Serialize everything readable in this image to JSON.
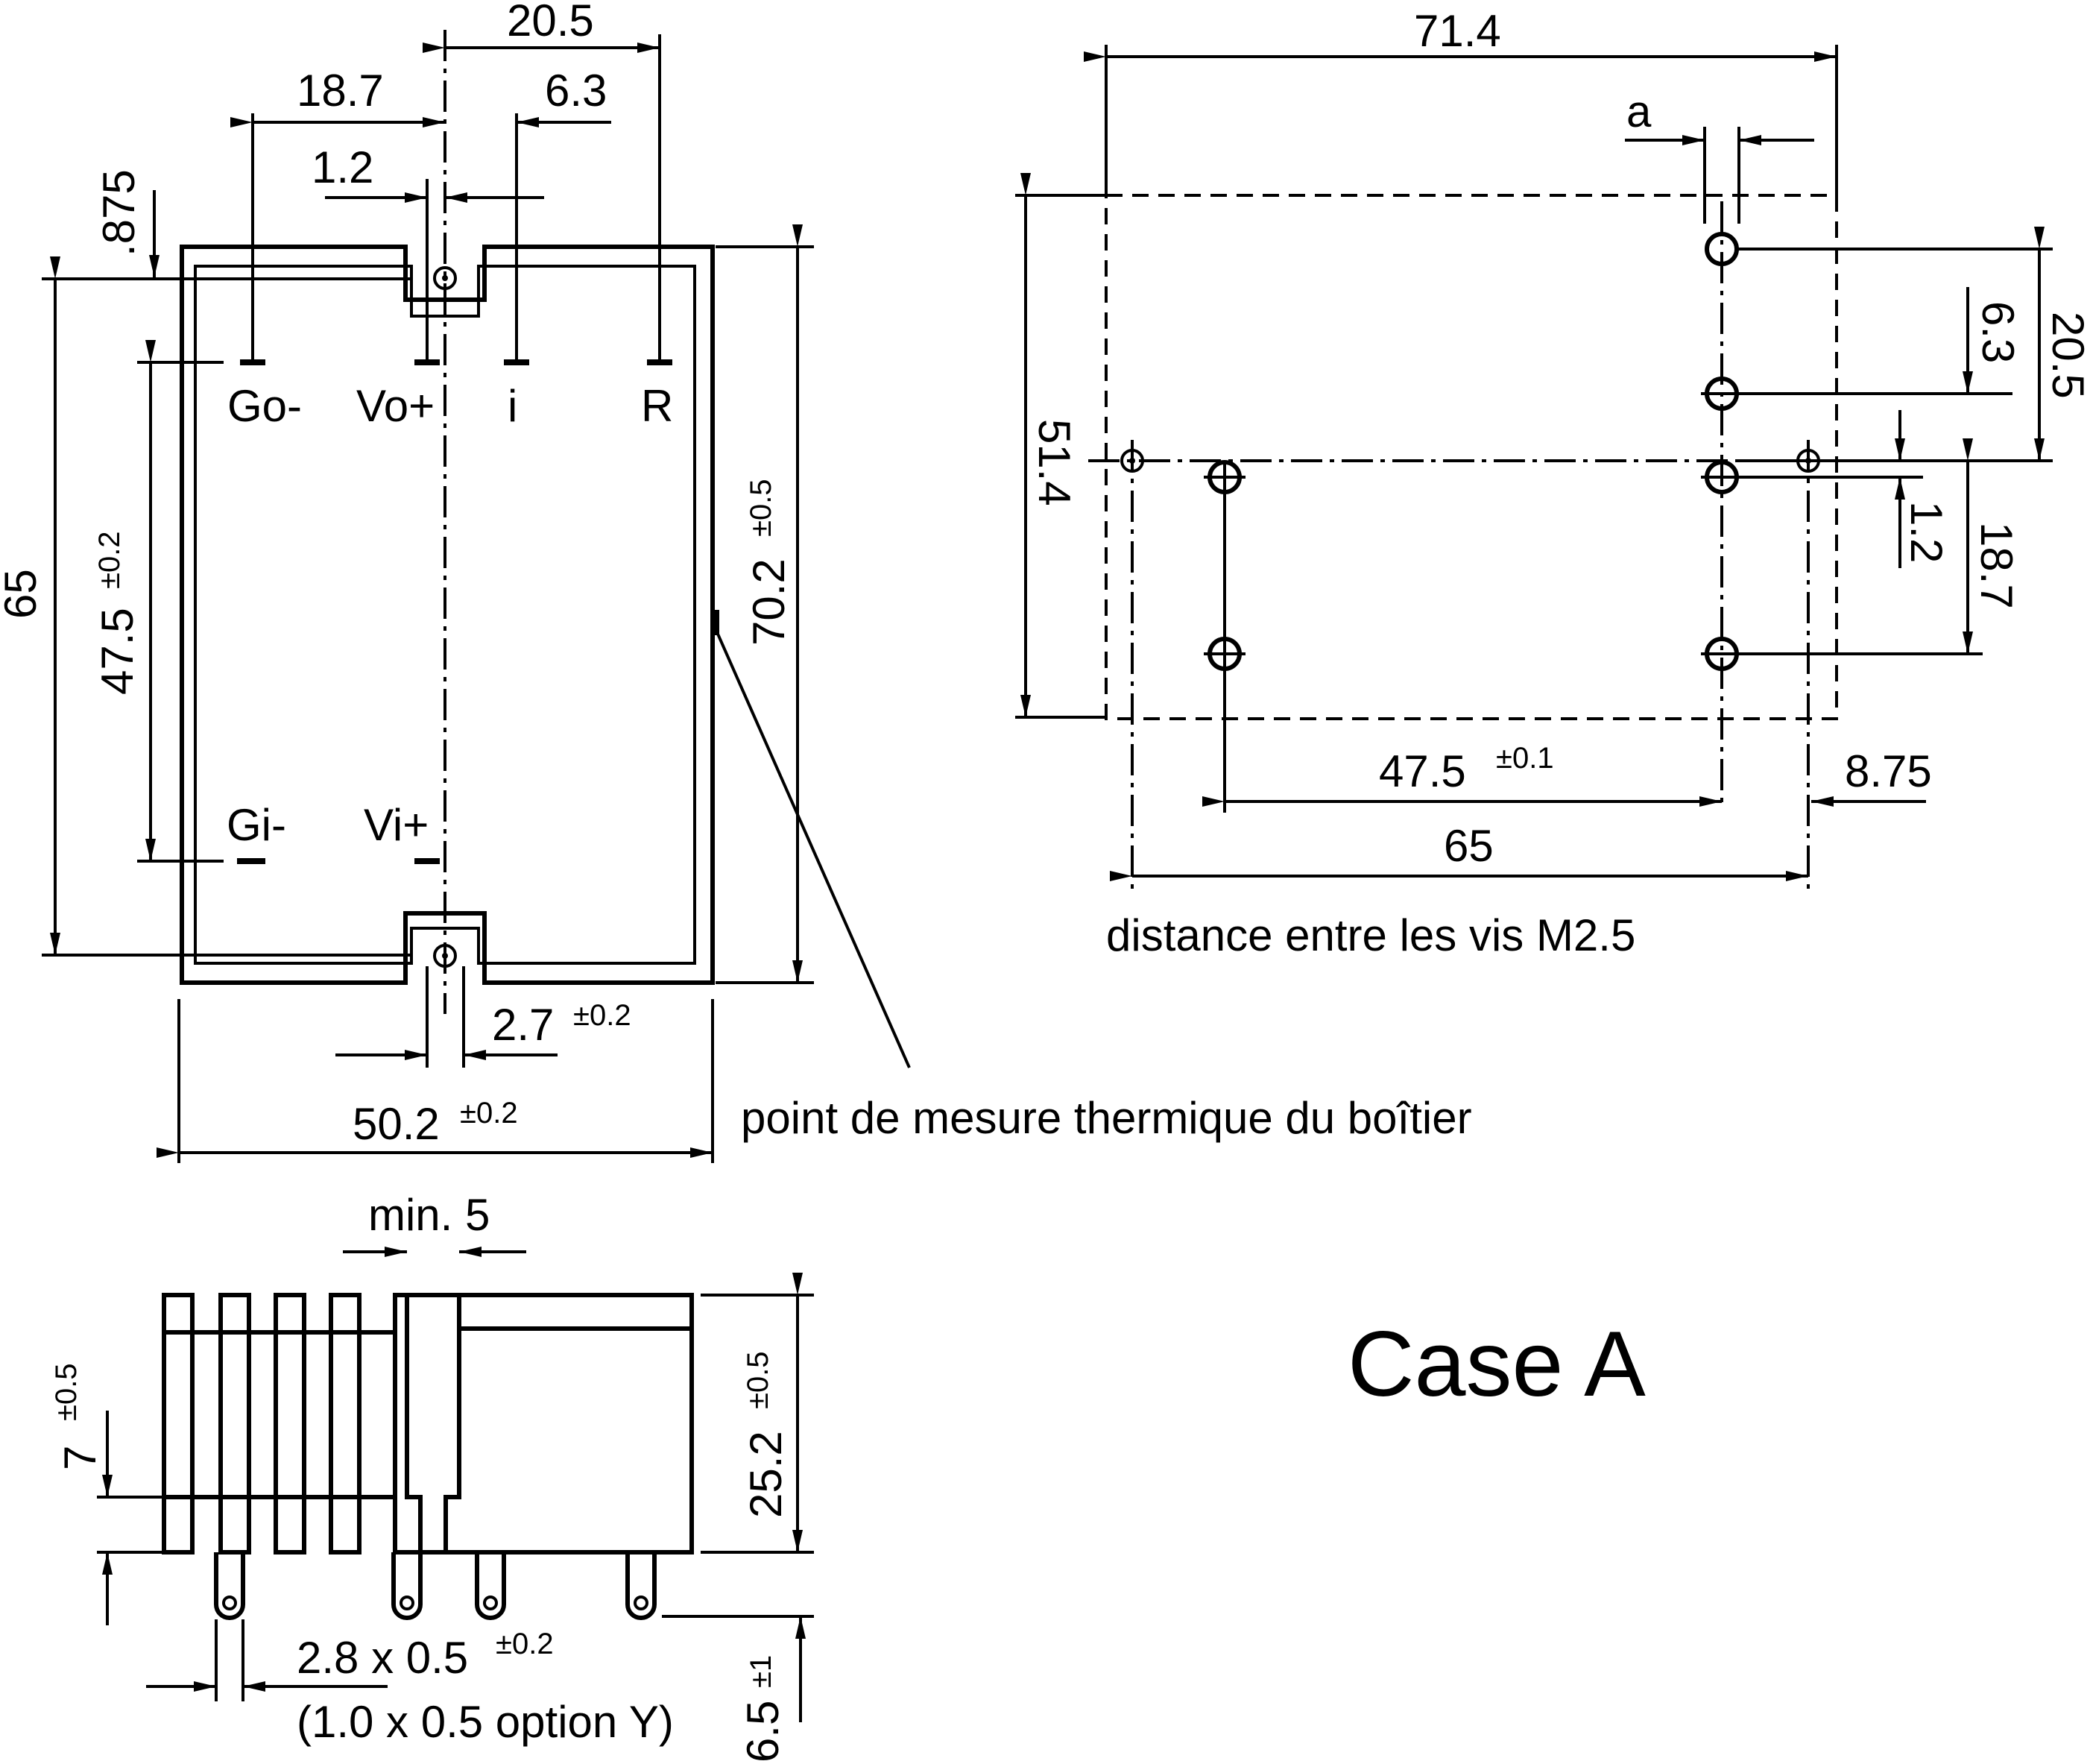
{
  "case_label": "Case A",
  "top_view": {
    "pins": {
      "go_minus": "Go-",
      "vo_plus": "Vo+",
      "i": "i",
      "r": "R",
      "gi_minus": "Gi-",
      "vi_plus": "Vi+"
    },
    "dims": {
      "d_20_5": "20.5",
      "d_18_7": "18.7",
      "d_6_3": "6.3",
      "d_1_2": "1.2",
      "d_875": ".875",
      "d_65": "65",
      "d_47_5": "47.5",
      "d_47_5_tol": "±0.2",
      "d_70_2": "70.2",
      "d_70_2_tol": "±0.5",
      "d_2_7": "2.7",
      "d_2_7_tol": "±0.2",
      "d_50_2": "50.2",
      "d_50_2_tol": "±0.2"
    },
    "thermal_point_label": "point de mesure thermique du boîtier"
  },
  "mounting": {
    "dims": {
      "d_71_4": "71.4",
      "d_a": "a",
      "d_51_4": "51.4",
      "d_6_3": "6.3",
      "d_20_5": "20.5",
      "d_1_2": "1.2",
      "d_18_7": "18.7",
      "d_47_5": "47.5",
      "d_47_5_tol": "±0.1",
      "d_8_75": "8.75",
      "d_65": "65"
    },
    "caption": "distance entre les vis M2.5"
  },
  "side_view": {
    "dims": {
      "min5": "min. 5",
      "d_7": "7",
      "d_7_tol": "±0.5",
      "d_25_2": "25.2",
      "d_25_2_tol": "±0.5",
      "d_6_5": "6.5",
      "d_6_5_tol": "±1",
      "pin_size": "2.8 x 0.5",
      "pin_size_tol": "±0.2",
      "pin_option": "(1.0 x 0.5 option Y)"
    }
  }
}
